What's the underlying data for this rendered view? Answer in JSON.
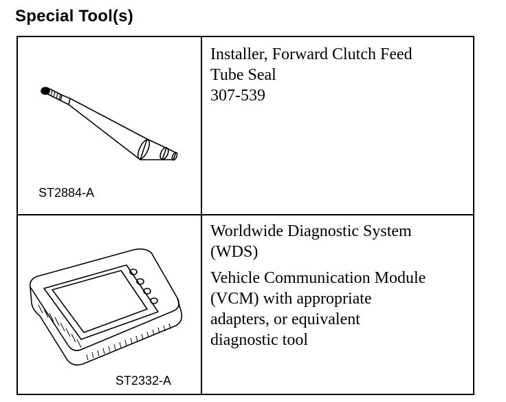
{
  "title": "Special Tool(s)",
  "tools": [
    {
      "code": "ST2884-A",
      "icon": "seal-installer-tool-icon",
      "lines": [
        "Installer, Forward Clutch Feed",
        "Tube Seal",
        "307-539"
      ]
    },
    {
      "code": "ST2332-A",
      "icon": "diagnostic-module-icon",
      "block1": [
        "Worldwide Diagnostic System",
        "(WDS)"
      ],
      "block2": [
        "Vehicle Communication Module",
        "(VCM) with appropriate",
        "adapters, or equivalent",
        "diagnostic tool"
      ]
    }
  ]
}
